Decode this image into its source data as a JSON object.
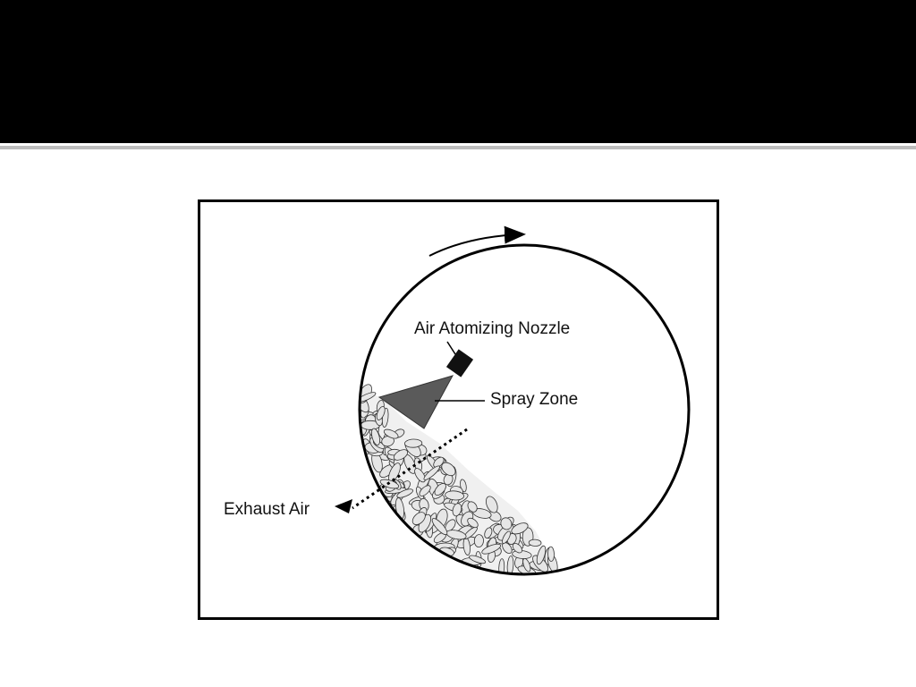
{
  "slide": {
    "title_bar_color": "#000000",
    "rule_color": "#bdbdbd"
  },
  "diagram": {
    "labels": {
      "nozzle": "Air Atomizing Nozzle",
      "spray_zone": "Spray Zone",
      "exhaust_air": "Exhaust Air"
    },
    "icons": [
      "rotation-arrow-icon",
      "nozzle-icon",
      "exhaust-arrow-icon"
    ],
    "colors": {
      "outline": "#000000",
      "spray": "#555555",
      "particles": "#e6e6e6"
    }
  }
}
